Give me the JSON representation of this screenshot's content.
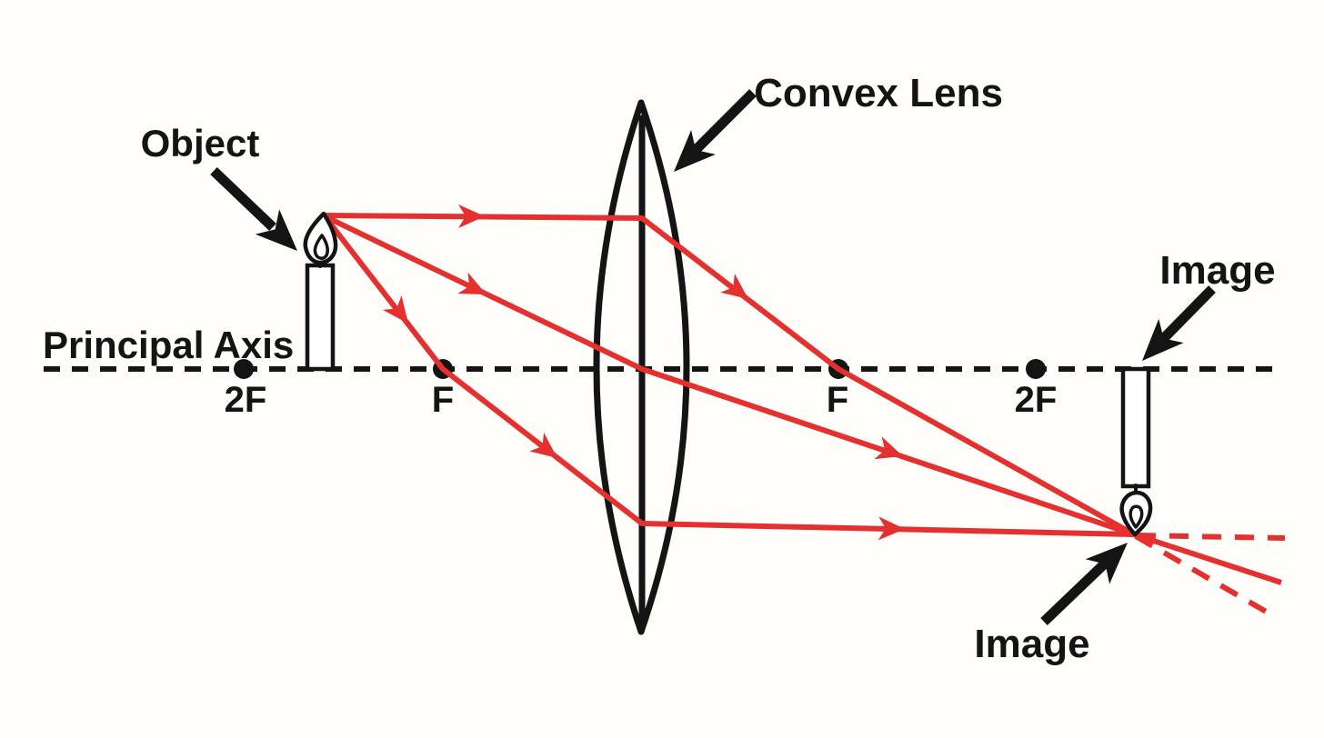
{
  "diagram": {
    "labels": {
      "object": "Object",
      "convex_lens": "Convex Lens",
      "principal_axis": "Principal Axis",
      "image_top": "Image",
      "image_bottom": "Image"
    },
    "focal_points": [
      {
        "label": "2F",
        "side": "left"
      },
      {
        "label": "F",
        "side": "left"
      },
      {
        "label": "F",
        "side": "right"
      },
      {
        "label": "2F",
        "side": "right"
      }
    ],
    "colors": {
      "ray": "#e4302e",
      "ink": "#141414",
      "background": "#fffefa"
    }
  }
}
